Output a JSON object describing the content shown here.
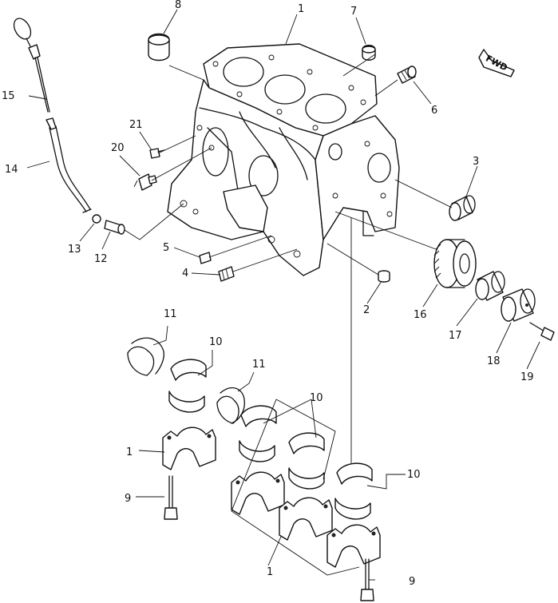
{
  "diagram": {
    "callouts": {
      "c1_top": "1",
      "c2": "2",
      "c3": "3",
      "c4": "4",
      "c5": "5",
      "c6": "6",
      "c7": "7",
      "c8": "8",
      "c9_left": "9",
      "c9_bottom": "9",
      "c10_a": "10",
      "c10_b": "10",
      "c10_c": "10",
      "c11_a": "11",
      "c11_b": "11",
      "c12": "12",
      "c13": "13",
      "c14": "14",
      "c15": "15",
      "c16": "16",
      "c17": "17",
      "c18": "18",
      "c19": "19",
      "c20": "20",
      "c21": "21",
      "c1_cap_left": "1",
      "c1_cap_bottom": "1"
    },
    "direction_marker": "FWD"
  }
}
